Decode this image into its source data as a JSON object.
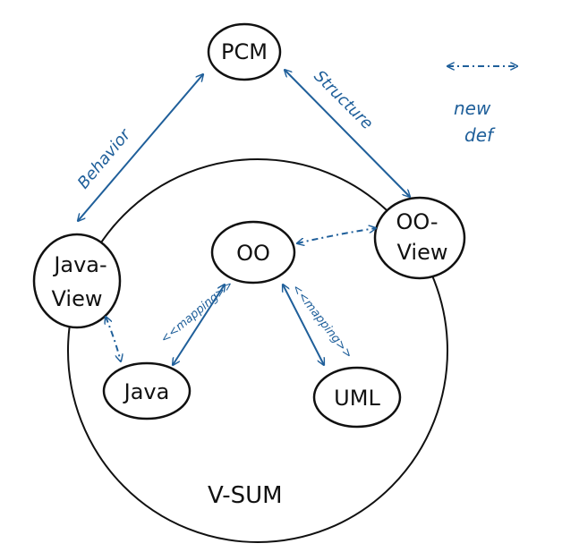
{
  "colors": {
    "ink": "#111111",
    "blue": "#1f5f9a",
    "background": "#ffffff"
  },
  "nodes": {
    "pcm": "PCM",
    "oo": "OO",
    "oo_view_line1": "OO-",
    "oo_view_line2": "View",
    "java_view_line1": "Java-",
    "java_view_line2": "View",
    "java": "Java",
    "uml": "UML"
  },
  "container": {
    "label": "V-SUM"
  },
  "edges": {
    "behavior": "Behavior",
    "structure": "Structure",
    "oo_java": "<<mapping>>",
    "oo_uml": "<<mapping>>"
  },
  "legend": {
    "symbol": "<-·-·->",
    "line1": "new",
    "line2": "def"
  }
}
